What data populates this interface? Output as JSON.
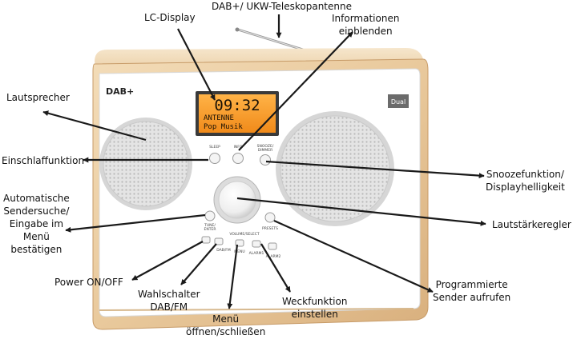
{
  "radio": {
    "brand": "Dual",
    "dab_logo": "DAB+",
    "display": {
      "time": "09:32",
      "line1": "ANTENNE",
      "line2": "Pop Musik"
    },
    "buttons": {
      "sleep": "SLEEP",
      "info": "INFO",
      "snooze": "SNOOZE/",
      "snooze2": "DIMMER",
      "tune": "TUNE/",
      "tune2": "ENTER",
      "presets": "PRESETS",
      "volume": "VOLUME/SELECT",
      "mode": "DAB/FM",
      "menu": "MENU",
      "alarm1": "ALARM1",
      "alarm2": "ALARM2"
    }
  },
  "labels": {
    "lc_display": "LC-Display",
    "antenna": "DAB+/ UKW-Teleskopantenne",
    "info": [
      "Informationen",
      "einblenden"
    ],
    "speaker": "Lautsprecher",
    "sleep": "Einschlaffunktion",
    "snooze": [
      "Snoozefunktion/",
      "Displayhelligkeit"
    ],
    "autosearch": [
      "Automatische",
      "Sendersuche/",
      "Eingabe im",
      "Menü",
      "bestätigen"
    ],
    "volume": "Lautstärkeregler",
    "power": "Power ON/OFF",
    "mode_switch": [
      "Wahlschalter",
      "DAB/FM"
    ],
    "menu": [
      "Menü",
      "öffnen/schließen"
    ],
    "alarm": [
      "Weckfunktion",
      "einstellen"
    ],
    "presets": [
      "Programmierte",
      "Sender aufrufen"
    ]
  }
}
